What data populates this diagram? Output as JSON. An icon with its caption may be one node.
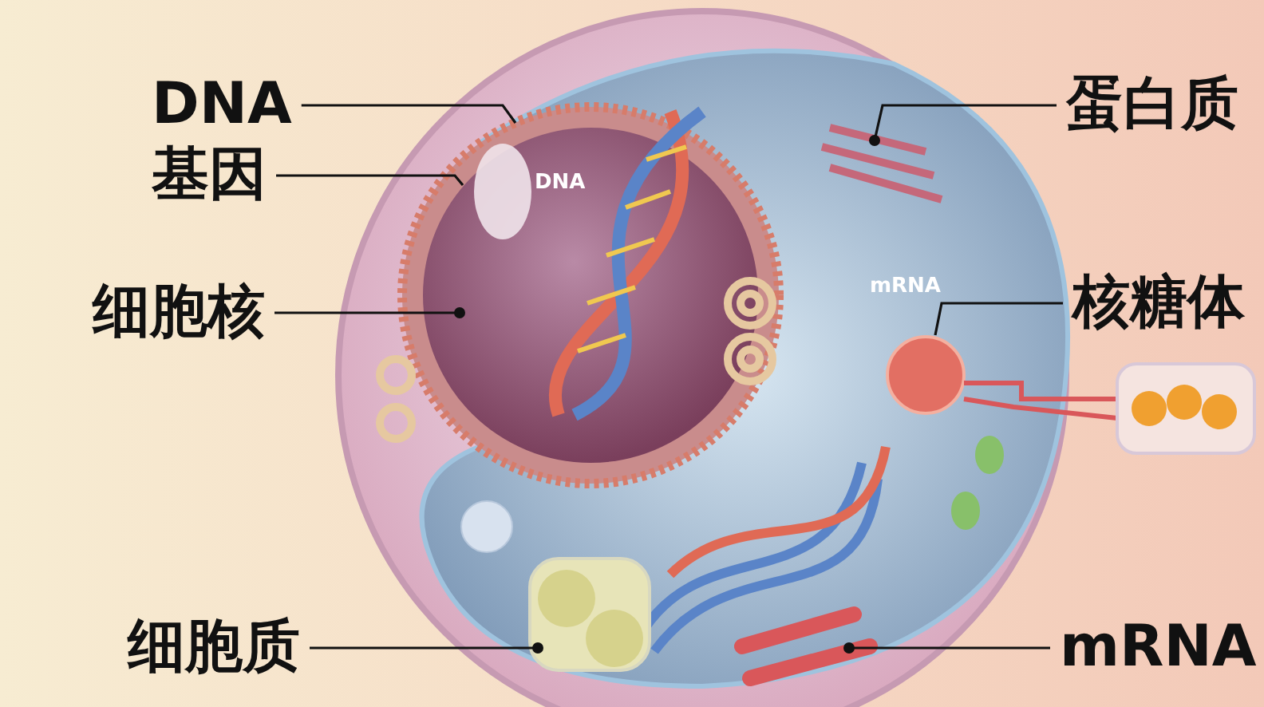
{
  "diagram": {
    "nodes": [
      {
        "text": [
          "DNA"
        ]
      },
      {
        "text": [
          "基因"
        ]
      },
      {
        "text": [
          "细胞核"
        ]
      },
      {
        "text": [
          "蛋白质"
        ]
      },
      {
        "text": [
          "核糖体"
        ]
      },
      {
        "text": [
          "细胞质"
        ]
      },
      {
        "text": [
          "mRNA"
        ]
      }
    ],
    "edges": [
      {
        "from": 0,
        "to": null,
        "arrow": "none"
      },
      {
        "from": 1,
        "to": null,
        "arrow": "none"
      },
      {
        "from": 2,
        "to": null,
        "arrow": "other"
      },
      {
        "from": 3,
        "to": null,
        "arrow": "other"
      },
      {
        "from": 4,
        "to": null,
        "arrow": "none"
      },
      {
        "from": 5,
        "to": null,
        "arrow": "other"
      },
      {
        "from": 6,
        "to": null,
        "arrow": "other"
      }
    ],
    "labels": [
      "DNA",
      "mRNA"
    ]
  }
}
